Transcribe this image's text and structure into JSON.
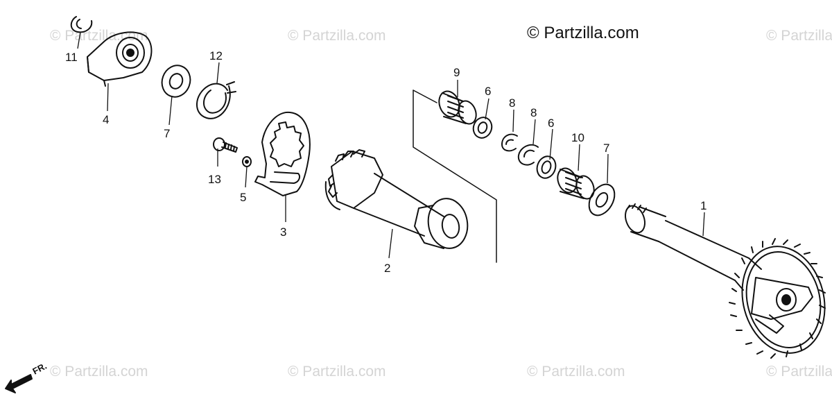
{
  "copyright": "© Partzilla.com",
  "watermark_text": "© Partzilla.com",
  "direction_label": "FR.",
  "callouts": [
    "11",
    "4",
    "7",
    "12",
    "13",
    "5",
    "3",
    "2",
    "9",
    "6",
    "8",
    "8",
    "6",
    "10",
    "7",
    "1"
  ],
  "colors": {
    "line": "#111111",
    "watermark": "#d4d4d4",
    "background": "#ffffff"
  }
}
